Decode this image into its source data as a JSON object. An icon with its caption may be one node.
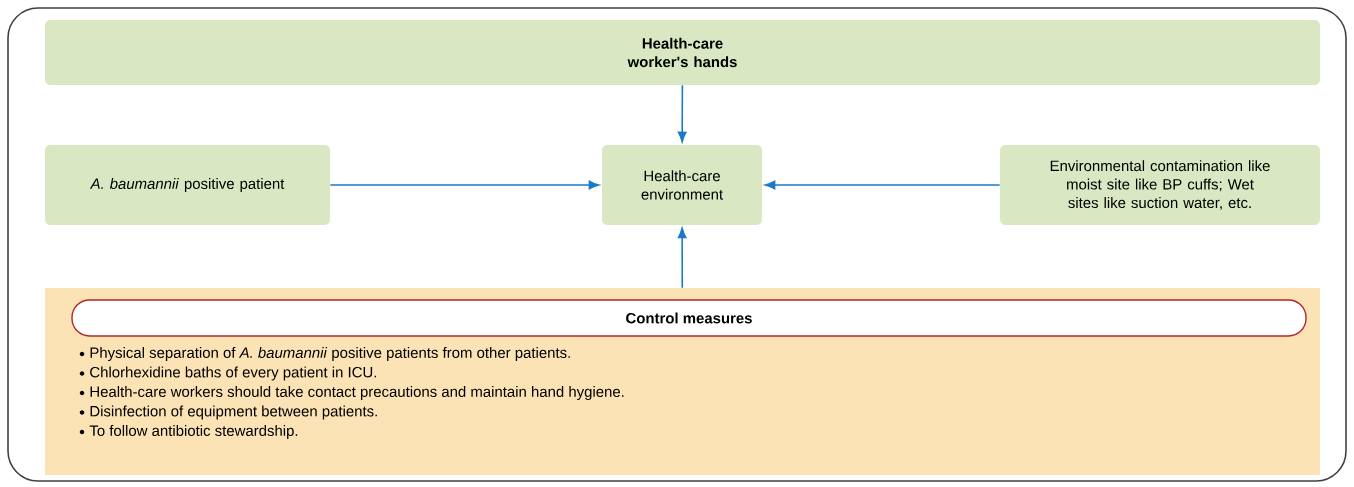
{
  "diagram": {
    "nodes": [
      {
        "text": [
          "Health-care worker's hands"
        ]
      },
      {
        "text": [
          "*A. baumannii* positive patient"
        ]
      },
      {
        "text": [
          "Health-care environment"
        ]
      },
      {
        "text": [
          "Environmental contamination like moist site like BP cuffs; Wet sites like suction water, etc."
        ]
      },
      {
        "text": [
          "Physical separation of *A. baumannii* positive patients from other patients.",
          "Chlorhexidine baths of every patient in ICU.",
          "Health-care workers should take contact precautions and maintain hand hygiene.",
          "Disinfection of equipment between patients.",
          "To follow antibiotic stewardship."
        ]
      },
      {
        "text": [
          "Control measures"
        ],
        "in": 4
      }
    ],
    "edges": [
      {
        "from": 0,
        "to": 2,
        "arrow": "to"
      },
      {
        "from": 1,
        "to": 2,
        "arrow": "to"
      },
      {
        "from": 3,
        "to": 2,
        "arrow": "to"
      },
      {
        "from": 4,
        "to": 2,
        "arrow": "to"
      }
    ]
  }
}
